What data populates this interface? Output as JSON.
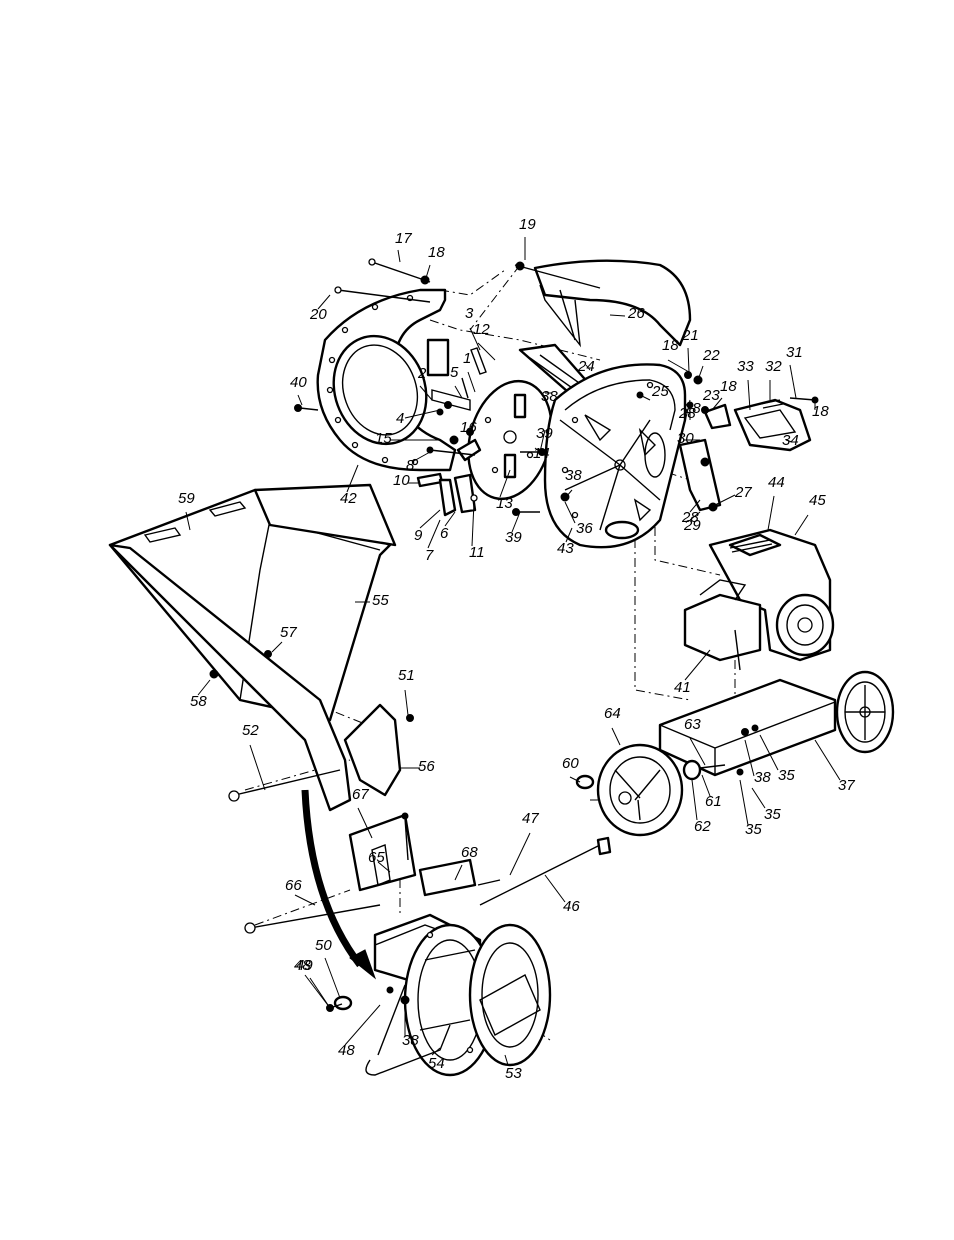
{
  "callouts": [
    "1",
    "2",
    "3",
    "4",
    "5",
    "6",
    "7",
    "8",
    "9",
    "10",
    "11",
    "12",
    "13",
    "14",
    "15",
    "16",
    "17",
    "18",
    "19",
    "20",
    "21",
    "22",
    "23",
    "24",
    "25",
    "26",
    "27",
    "28",
    "29",
    "30",
    "31",
    "32",
    "33",
    "34",
    "35",
    "36",
    "37",
    "38",
    "39",
    "40",
    "41",
    "42",
    "43",
    "44",
    "45",
    "46",
    "47",
    "48",
    "49",
    "50",
    "51",
    "52",
    "53",
    "54",
    "55",
    "56",
    "57",
    "58",
    "59",
    "60",
    "61",
    "62",
    "63",
    "64",
    "65",
    "66",
    "67",
    "68"
  ]
}
